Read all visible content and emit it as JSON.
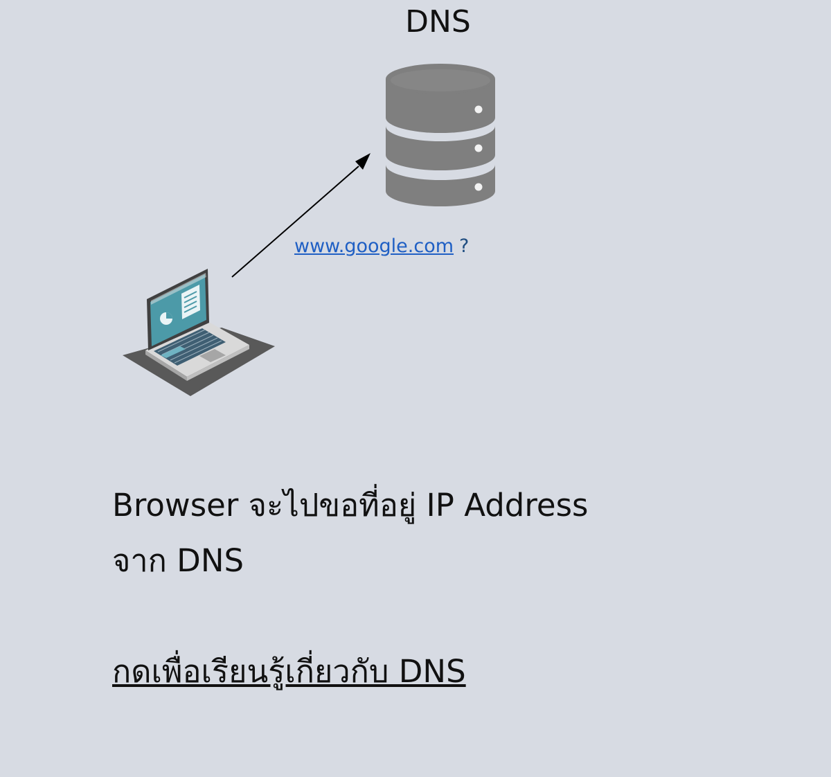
{
  "server": {
    "label": "DNS",
    "icon": "database-server-icon",
    "color": "#7f7f7f"
  },
  "client": {
    "icon": "laptop-icon",
    "screen_color": "#4c9aa8"
  },
  "query": {
    "link_text": "www.google.com",
    "suffix": "?",
    "link_color": "#1f5fc4"
  },
  "caption": {
    "line1": "Browser จะไปขอที่อยู่ IP Address",
    "line2": "จาก DNS"
  },
  "learn_link": {
    "label": "กดเพื่อเรียนรู้เกี่ยวกับ DNS"
  },
  "background_color": "#d7dbe3"
}
